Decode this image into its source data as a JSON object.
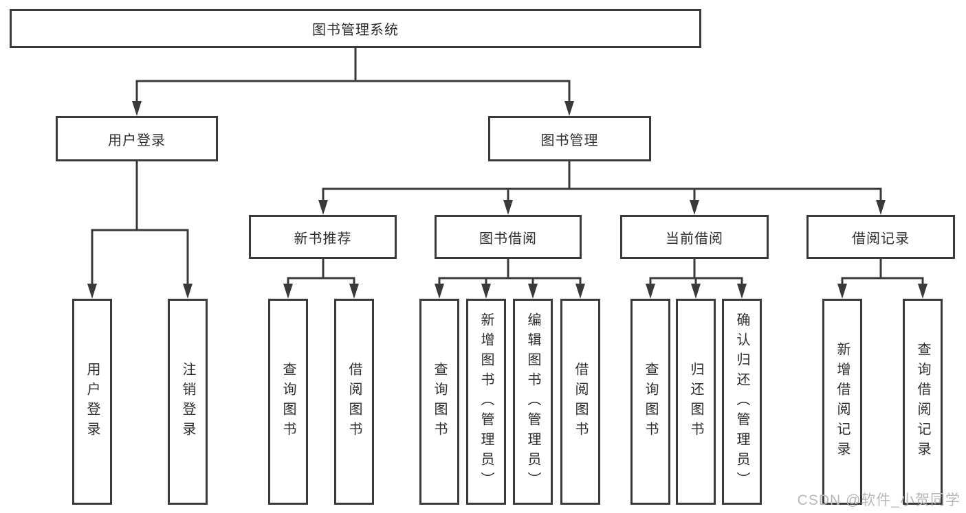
{
  "tree": {
    "root": {
      "label": "图书管理系统"
    },
    "children": [
      {
        "label": "用户登录",
        "children": [
          {
            "label": "用户登录"
          },
          {
            "label": "注销登录"
          }
        ]
      },
      {
        "label": "图书管理",
        "children": [
          {
            "label": "新书推荐",
            "children": [
              {
                "label": "查询图书"
              },
              {
                "label": "借阅图书"
              }
            ]
          },
          {
            "label": "图书借阅",
            "children": [
              {
                "label": "查询图书"
              },
              {
                "label": "新增图书（管理员）"
              },
              {
                "label": "编辑图书（管理员）"
              },
              {
                "label": "借阅图书"
              }
            ]
          },
          {
            "label": "当前借阅",
            "children": [
              {
                "label": "查询图书"
              },
              {
                "label": "归还图书"
              },
              {
                "label": "确认归还（管理员）"
              }
            ]
          },
          {
            "label": "借阅记录",
            "children": [
              {
                "label": "新增借阅记录"
              },
              {
                "label": "查询借阅记录"
              }
            ]
          }
        ]
      }
    ]
  },
  "watermark": {
    "text": "CSDN @软件_小贺同学"
  },
  "colors": {
    "line": "#3a3a3a",
    "box_border": "#3a3a3a",
    "box_background": "#ffffff",
    "text": "#2e2e2e",
    "watermark": "#b8b8b8"
  }
}
